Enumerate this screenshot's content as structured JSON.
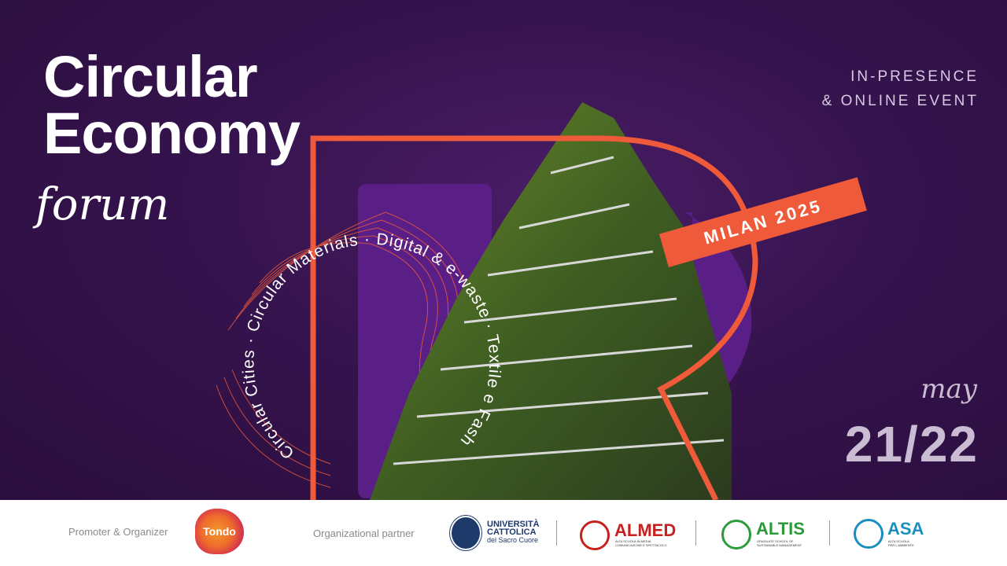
{
  "title": {
    "line1": "Circular",
    "line2": "Economy",
    "line3": "forum"
  },
  "event_type": {
    "line1": "IN-PRESENCE",
    "line2": "& ONLINE EVENT"
  },
  "location_badge": "MILAN 2025",
  "date": {
    "month": "may",
    "days": "21/22"
  },
  "topics_ring": "Circular Cities · Circular Materials · Digital & e-waste · Textile e Fashion",
  "colors": {
    "accent": "#ef5a3a",
    "background": "#35134d"
  },
  "footer": {
    "promoter_label": "Promoter & Organizer",
    "promoter_logo": "Tondo",
    "partner_label": "Organizational partner",
    "partners": [
      {
        "name": "UNIVERSITÀ",
        "name2": "CATTOLICA",
        "name3": "del Sacro Cuore"
      },
      {
        "name": "ALMED",
        "sub1": "ALTA SCUOLA IN MEDIA",
        "sub2": "COMUNICAZIONE E SPETTACOLO"
      },
      {
        "name": "ALTIS",
        "sub1": "GRADUATE SCHOOL OF",
        "sub2": "SUSTAINABLE MANAGEMENT"
      },
      {
        "name": "ASA",
        "sub1": "ALTA SCUOLA",
        "sub2": "PER L'AMBIENTE"
      }
    ]
  }
}
